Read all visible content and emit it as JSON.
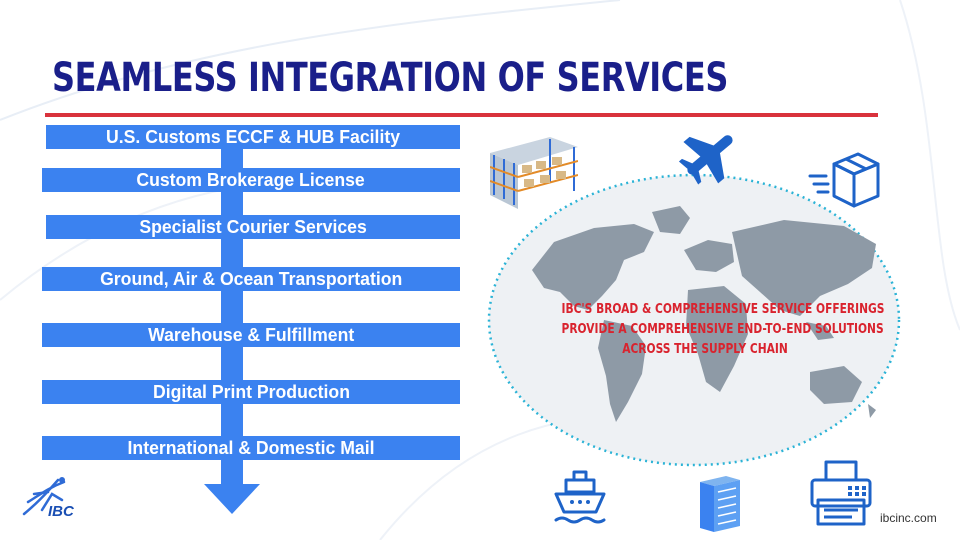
{
  "title": "SEAMLESS INTEGRATION OF SERVICES",
  "services": [
    "U.S. Customs ECCF & HUB Facility",
    "Custom Brokerage License",
    "Specialist Courier Services",
    "Ground, Air & Ocean Transportation",
    "Warehouse & Fulfillment",
    "Digital Print Production",
    "International & Domestic Mail"
  ],
  "tagline": [
    "IBC'S BROAD & COMPREHENSIVE SERVICE OFFERINGS",
    "PROVIDE A COMPREHENSIVE END-TO-END SOLUTIONS",
    "ACROSS THE SUPPLY CHAIN"
  ],
  "logo": {
    "text": "IBC"
  },
  "website": "ibcinc.com",
  "colors": {
    "title": "#1a1f8a",
    "rule": "#d9323c",
    "service_bar": "#3b82f0",
    "tagline": "#d9232e",
    "icon": "#1e63c8",
    "map_land": "#8e9aa6",
    "map_bg": "#eef1f4"
  },
  "icons": [
    "warehouse-racks-icon",
    "airplane-icon",
    "delivery-box-icon",
    "ship-icon",
    "server-rack-icon",
    "printer-fax-icon",
    "ibc-runner-logo"
  ]
}
